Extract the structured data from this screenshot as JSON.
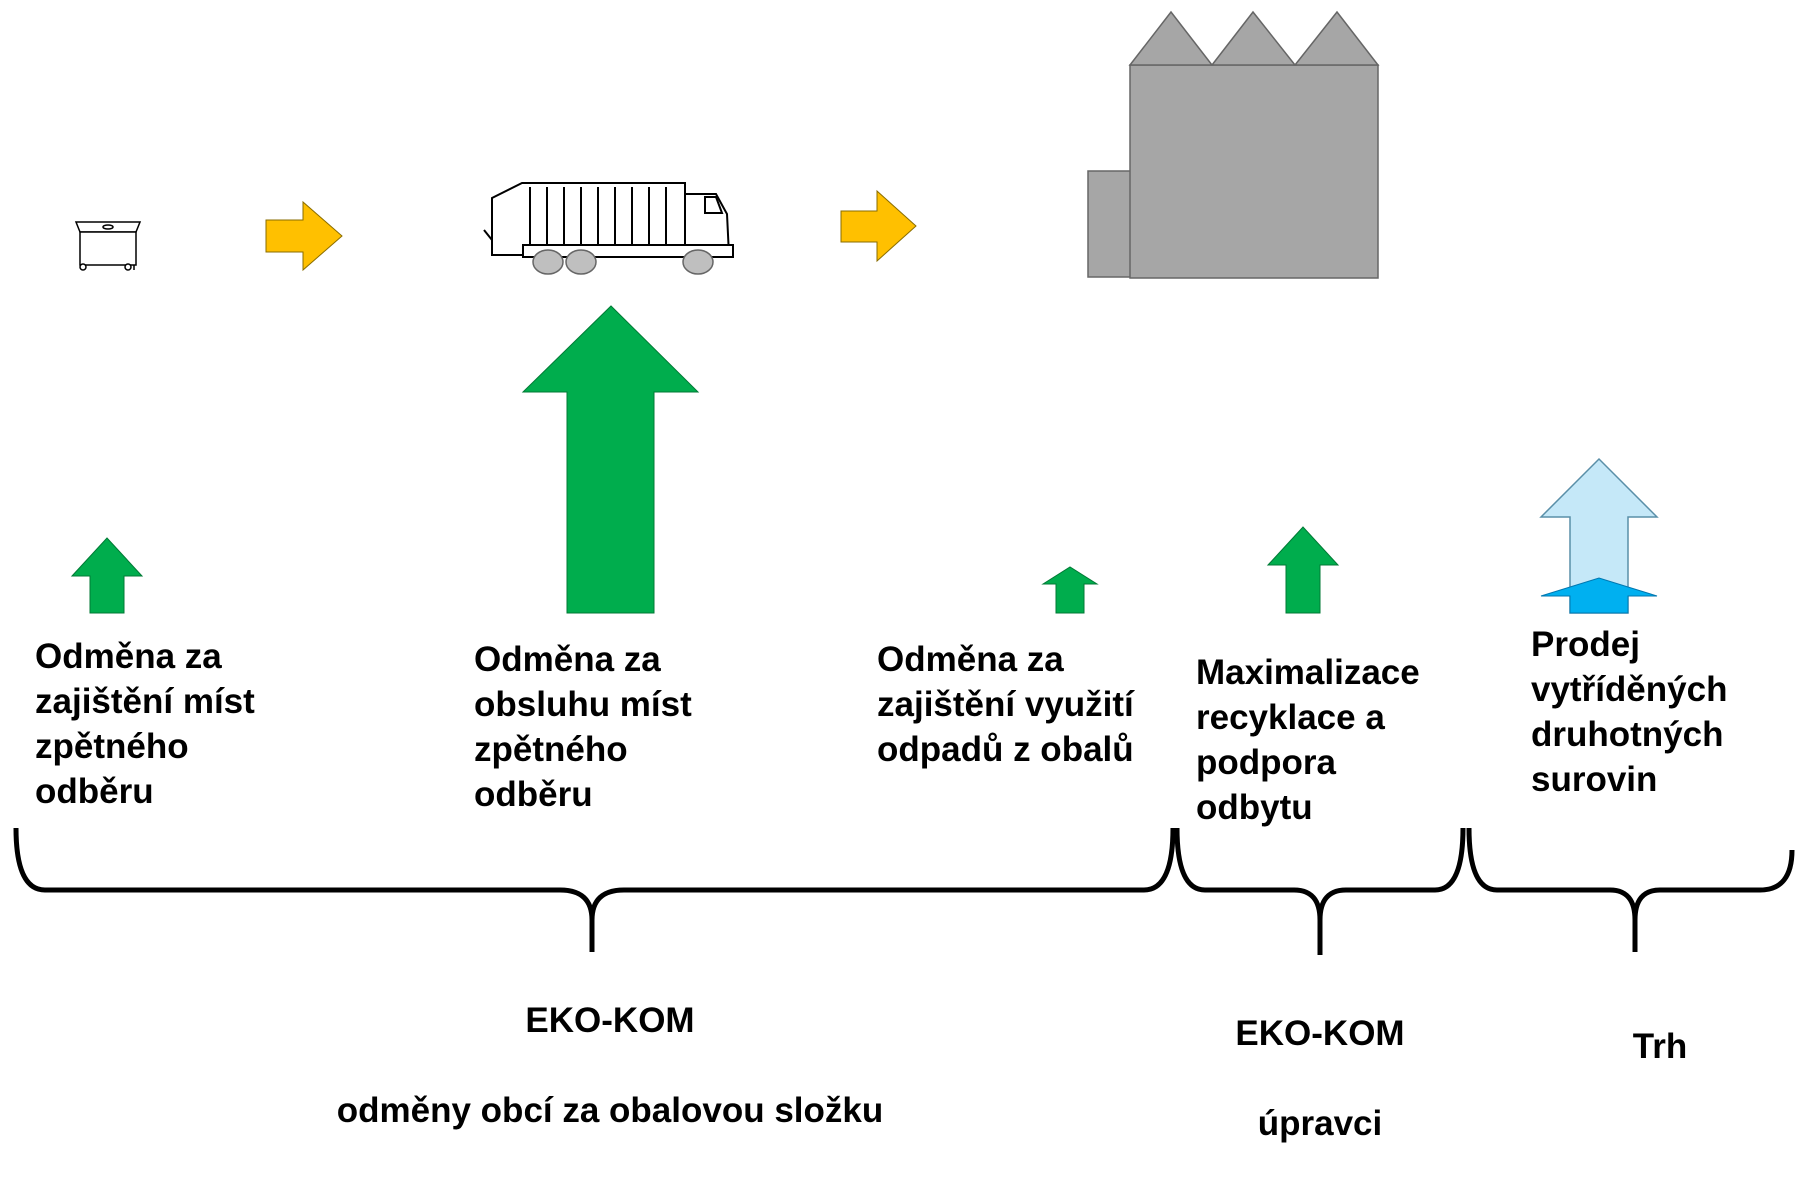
{
  "colors": {
    "arrow_green": "#00AD4D",
    "arrow_yellow": "#FFC000",
    "arrow_light_blue": "#C5E8F8",
    "arrow_blue": "#00B0F0",
    "factory_gray": "#A6A6A6",
    "text": "#000000"
  },
  "icons": {
    "container": "waste-container-icon",
    "truck": "garbage-truck-icon",
    "factory": "factory-icon"
  },
  "stages": [
    {
      "label": "Odměna za\nzajištění míst\nzpětného\nodběru"
    },
    {
      "label": "Odměna za\nobsluhu míst\nzpětného\nodběru"
    },
    {
      "label": "Odměna za\nzajištění využití\nodpadů z obalů"
    },
    {
      "label": "Maximalizace\nrecyklace a\npodpora\nodbytu"
    },
    {
      "label": "Prodej\nvytříděných\ndruhotných\nsurovin"
    }
  ],
  "groups": [
    {
      "title": "EKO-KOM",
      "subtitle": "odměny obcí za obalovou složku"
    },
    {
      "title": "EKO-KOM",
      "subtitle": "úpravci"
    },
    {
      "title": "Trh",
      "subtitle": ""
    }
  ]
}
